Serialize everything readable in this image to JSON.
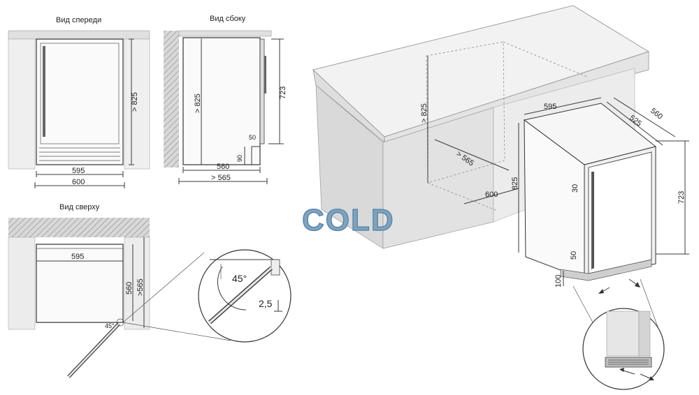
{
  "views": {
    "front_title": "Вид спереди",
    "side_title": "Вид сбоку",
    "top_title": "Вид сверху"
  },
  "front_dims": {
    "inner_width": "595",
    "outer_width": "600",
    "height": "> 825"
  },
  "side_dims": {
    "niche_height": "> 825",
    "unit_height": "723",
    "plinth_depth": "50",
    "plinth_height": "90",
    "depth": "560",
    "niche_depth": "> 565"
  },
  "top_dims": {
    "width": "595",
    "depth": "560",
    "niche_depth": ">565",
    "door_angle": "45°"
  },
  "detail_dims": {
    "angle": "45°",
    "gap": "2,5"
  },
  "iso_dims": {
    "niche_height": "> 825",
    "niche_depth": "> 565",
    "niche_width": "600",
    "unit_height_label": "825",
    "unit_width": "595",
    "unit_depth": "525",
    "unit_depth_total": "560",
    "unit_height": "723",
    "door_offset": "30",
    "bottom_offset": "50",
    "plinth": "100"
  },
  "logo": {
    "text": "COLD",
    "color": "#7fa3bf"
  }
}
